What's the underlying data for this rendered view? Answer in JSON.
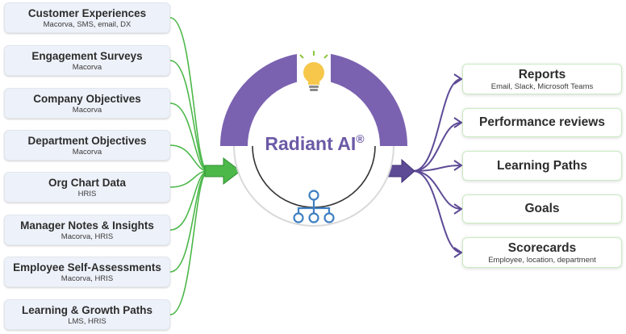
{
  "inputs": [
    {
      "title": "Customer Experiences",
      "sub": "Macorva, SMS, email, DX"
    },
    {
      "title": "Engagement Surveys",
      "sub": "Macorva"
    },
    {
      "title": "Company Objectives",
      "sub": "Macorva"
    },
    {
      "title": "Department Objectives",
      "sub": "Macorva"
    },
    {
      "title": "Org Chart Data",
      "sub": "HRIS"
    },
    {
      "title": "Manager Notes & Insights",
      "sub": "Macorva, HRIS"
    },
    {
      "title": "Employee Self-Assessments",
      "sub": "Macorva, HRIS"
    },
    {
      "title": "Learning & Growth Paths",
      "sub": "LMS, HRIS"
    }
  ],
  "hub": {
    "name": "Radiant AI",
    "mark": "®"
  },
  "outputs": [
    {
      "title": "Reports",
      "sub": "Email, Slack, Microsoft Teams"
    },
    {
      "title": "Performance reviews",
      "sub": ""
    },
    {
      "title": "Learning Paths",
      "sub": ""
    },
    {
      "title": "Goals",
      "sub": ""
    },
    {
      "title": "Scorecards",
      "sub": "Employee, location, department"
    }
  ],
  "colors": {
    "input_line": "#4cb84a",
    "output_line": "#5e4b96",
    "arc_purple": "#7b62b0",
    "hub_text": "#6b5aa6",
    "bulb": "#f6c74a",
    "network_icon": "#3e7fc1"
  },
  "icons": [
    "lightbulb-icon",
    "network-icon"
  ]
}
